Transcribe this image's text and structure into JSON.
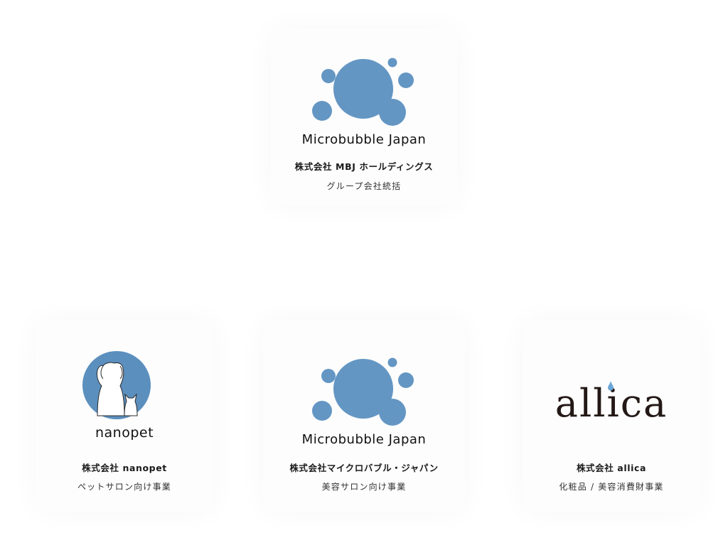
{
  "colors": {
    "brand_blue": "#6496c3",
    "allica_drop": "#6aa6d6",
    "text_dark": "#231815"
  },
  "top": {
    "brand_name": "Microbubble Japan",
    "company": "株式会社 MBJ ホールディングス",
    "description": "グループ会社統括",
    "logo_icon": "bubbles-icon"
  },
  "companies": [
    {
      "brand_name": "nanopet",
      "company": "株式会社 nanopet",
      "description": "ペットサロン向け事業",
      "logo_icon": "dog-and-cat-icon"
    },
    {
      "brand_name": "Microbubble Japan",
      "company": "株式会社マイクロバブル・ジャパン",
      "description": "美容サロン向け事業",
      "logo_icon": "bubbles-icon"
    },
    {
      "brand_name": "allica",
      "company": "株式会社 allica",
      "description": "化粧品 / 美容消費財事業",
      "logo_icon": "allica-wordmark"
    }
  ]
}
